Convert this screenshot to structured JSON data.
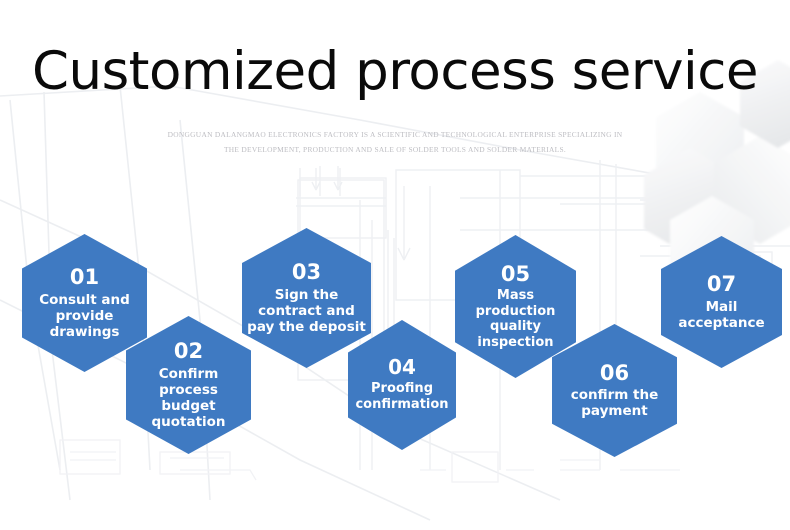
{
  "header": {
    "title": "Customized process service",
    "subtitle_lines": [
      "DONGGUAN DALANGMAO ELECTRONICS FACTORY IS A SCIENTIFIC AND TECHNOLOGICAL ENTERPRISE SPECIALIZING IN",
      "THE DEVELOPMENT, PRODUCTION AND SALE OF SOLDER TOOLS AND SOLDER MATERIALS."
    ]
  },
  "colors": {
    "hex_fill": "#3f7ac2",
    "hex_text": "#ffffff",
    "title_text": "#0a0a0a",
    "subtitle_text": "#bdbdc2",
    "background": "#ffffff"
  },
  "process": {
    "steps": [
      {
        "number": "01",
        "label": "Consult and\nprovide\ndrawings"
      },
      {
        "number": "02",
        "label": "Confirm\nprocess budget\nquotation"
      },
      {
        "number": "03",
        "label": "Sign the\ncontract and\npay the deposit"
      },
      {
        "number": "04",
        "label": "Proofing\nconfirmation"
      },
      {
        "number": "05",
        "label": "Mass\nproduction\nquality\ninspection"
      },
      {
        "number": "06",
        "label": "confirm the\npayment"
      },
      {
        "number": "07",
        "label": "Mail\nacceptance"
      }
    ]
  }
}
